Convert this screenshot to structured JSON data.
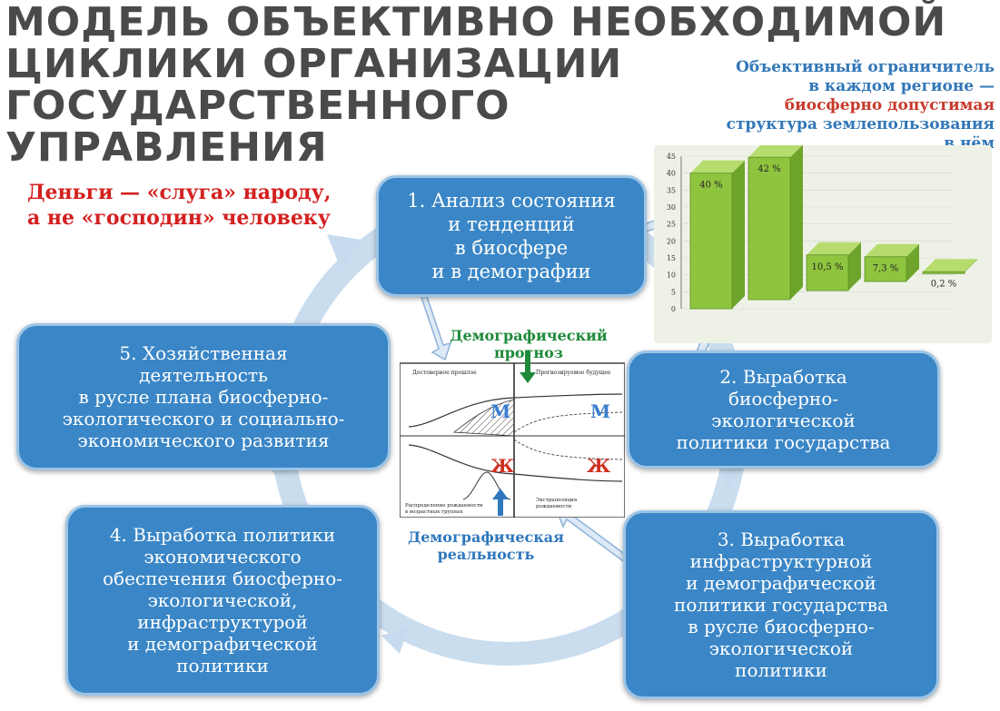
{
  "title": {
    "line1": "МОДЕЛЬ ОБЪЕКТИВНО НЕОБХОДИМОЙ",
    "line2": "ЦИКЛИКИ ОРГАНИЗАЦИИ",
    "line3": "ГОСУДАРСТВЕННОГО",
    "line4": "УПРАВЛЕНИЯ"
  },
  "slogan": {
    "line1": "Деньги — «слуга» народу,",
    "line2": "а не «господин» человеку"
  },
  "steps": [
    {
      "lines": [
        "1. Анализ состояния",
        "и тенденций",
        "в биосфере",
        "и в демографии"
      ]
    },
    {
      "lines": [
        "2. Выработка",
        "биосферно-",
        "экологической",
        "политики государства"
      ]
    },
    {
      "lines": [
        "3. Выработка",
        "инфраструктурной",
        "и демографической",
        "политики государства",
        "в русле биосферно-",
        "экологической",
        "политики"
      ]
    },
    {
      "lines": [
        "4. Выработка политики",
        "экономического",
        "обеспечения биосферно-",
        "экологической,",
        "инфраструктурой",
        "и демографической",
        "политики"
      ]
    },
    {
      "lines": [
        "5. Хозяйственная",
        "деятельность",
        "в русле плана биосферно-",
        "экологического и социально-",
        "экономического развития"
      ]
    }
  ],
  "right_note": {
    "line1": "Объективный ограничитель",
    "line2": "в каждом регионе —",
    "line3": "биосферно допустимая",
    "line4": "структура землепользования",
    "line5": "в нём"
  },
  "demography": {
    "top_label_1": "Демографический",
    "top_label_2": "прогноз",
    "bottom_label_1": "Демографическая",
    "bottom_label_2": "реальность",
    "past_label": "Достоверное прошлое",
    "future_label": "Прогнозируемое будущее",
    "male": "М",
    "female": "Ж",
    "dist_label_1": "Распределение рождаемости",
    "dist_label_2": "в возрастных группах",
    "extrap_label_1": "Экстраполяция",
    "extrap_label_2": "рождаемости"
  },
  "chart_data": {
    "type": "bar",
    "categories": [
      "",
      "",
      "",
      "",
      ""
    ],
    "values": [
      40,
      42,
      10.5,
      7.3,
      0.2
    ],
    "labels": [
      "40 %",
      "42 %",
      "10,5 %",
      "7,3 %",
      "0,2 %"
    ],
    "ylim": [
      0,
      45
    ],
    "yticks": [
      0,
      5,
      10,
      15,
      20,
      25,
      30,
      35,
      40,
      45
    ],
    "title": "",
    "xlabel": "",
    "ylabel": ""
  },
  "colors": {
    "box_fill": "#3a86c6",
    "ring": "#c2d8ee",
    "bar_face": "#8fc43f",
    "slogan": "#d42020"
  }
}
